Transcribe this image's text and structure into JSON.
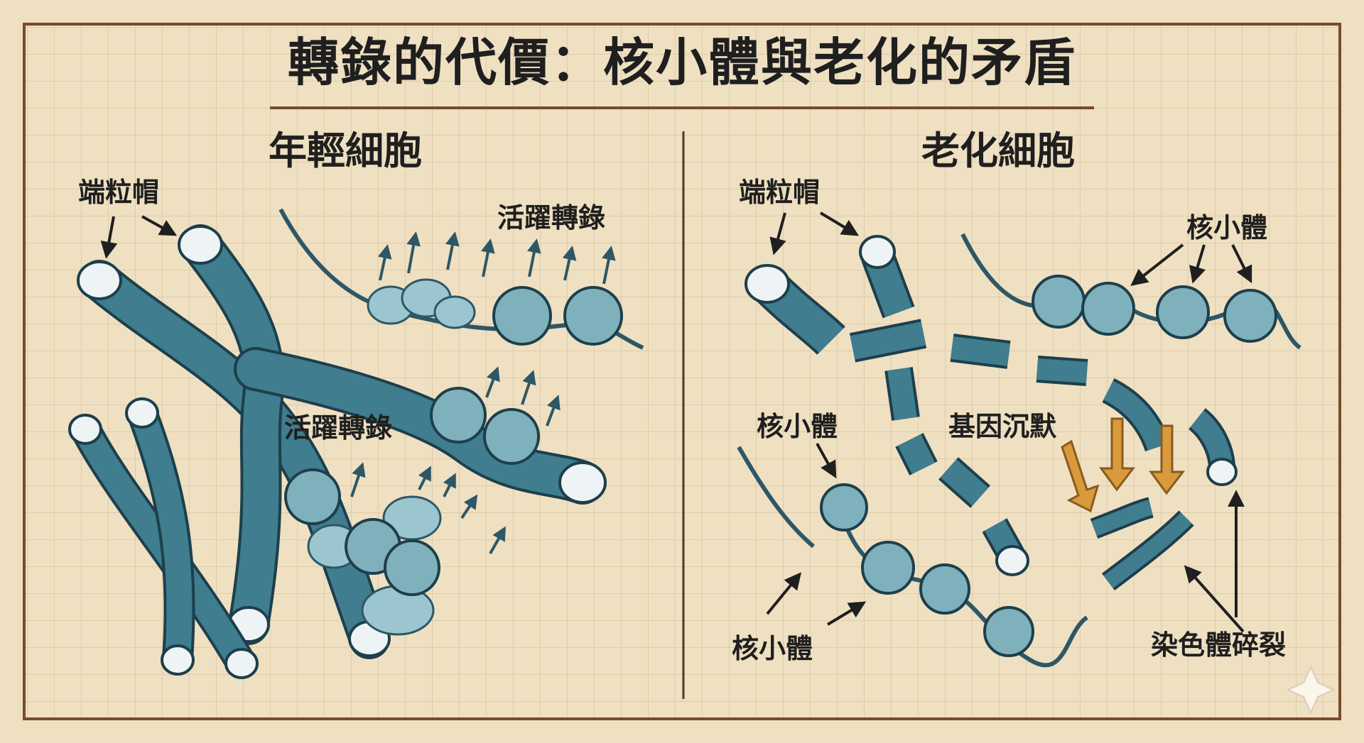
{
  "title": "轉錄的代價：核小體與老化的矛盾",
  "panels": {
    "young": {
      "heading": "年輕細胞",
      "labels": {
        "telomere": "端粒帽",
        "active_top": "活躍轉錄",
        "active_mid": "活躍轉錄"
      }
    },
    "aged": {
      "heading": "老化細胞",
      "labels": {
        "telomere": "端粒帽",
        "nucleosome_top": "核小體",
        "nucleosome_mid": "核小體",
        "nucleosome_bottom": "核小體",
        "gene_silencing": "基因沉默",
        "fragmentation": "染色體碎裂"
      }
    }
  },
  "colors": {
    "paper": "#efe0c2",
    "grid": "#d9c6a3",
    "frame": "#7a4a2a",
    "chromatin": "#3f7d8f",
    "chromatin_dark": "#1d3f4b",
    "telomere": "#eef4f6",
    "nucleosome": "#7fb1bd",
    "silencing_arrow": "#d99a3c",
    "ink": "#1f1f1f"
  }
}
